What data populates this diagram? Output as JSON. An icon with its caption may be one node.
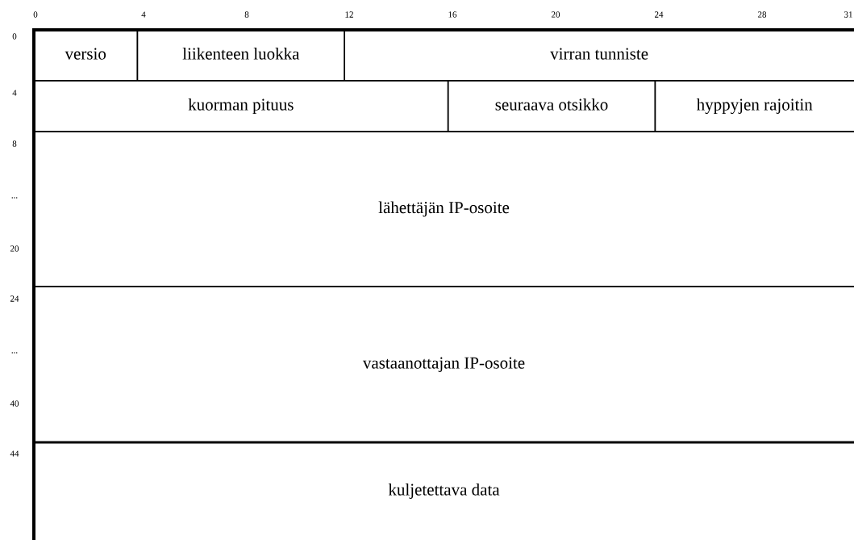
{
  "diagram": {
    "nodes": [
      {
        "text": [
          "versio"
        ]
      },
      {
        "text": [
          "liikenteen luokka"
        ]
      },
      {
        "text": [
          "virran tunniste"
        ]
      },
      {
        "text": [
          "kuorman pituus"
        ]
      },
      {
        "text": [
          "seuraava otsikko"
        ]
      },
      {
        "text": [
          "hyppyjen rajoitin"
        ]
      },
      {
        "text": [
          "lähettäjän IP-osoite"
        ]
      },
      {
        "text": [
          "vastaanottajan IP-osoite"
        ]
      },
      {
        "text": [
          "kuljetettava data"
        ]
      }
    ],
    "labels": [
      "0",
      "4",
      "8",
      "12",
      "16",
      "20",
      "24",
      "28",
      "31",
      "0",
      "4",
      "8",
      "...",
      "20",
      "24",
      "...",
      "40",
      "44"
    ]
  }
}
